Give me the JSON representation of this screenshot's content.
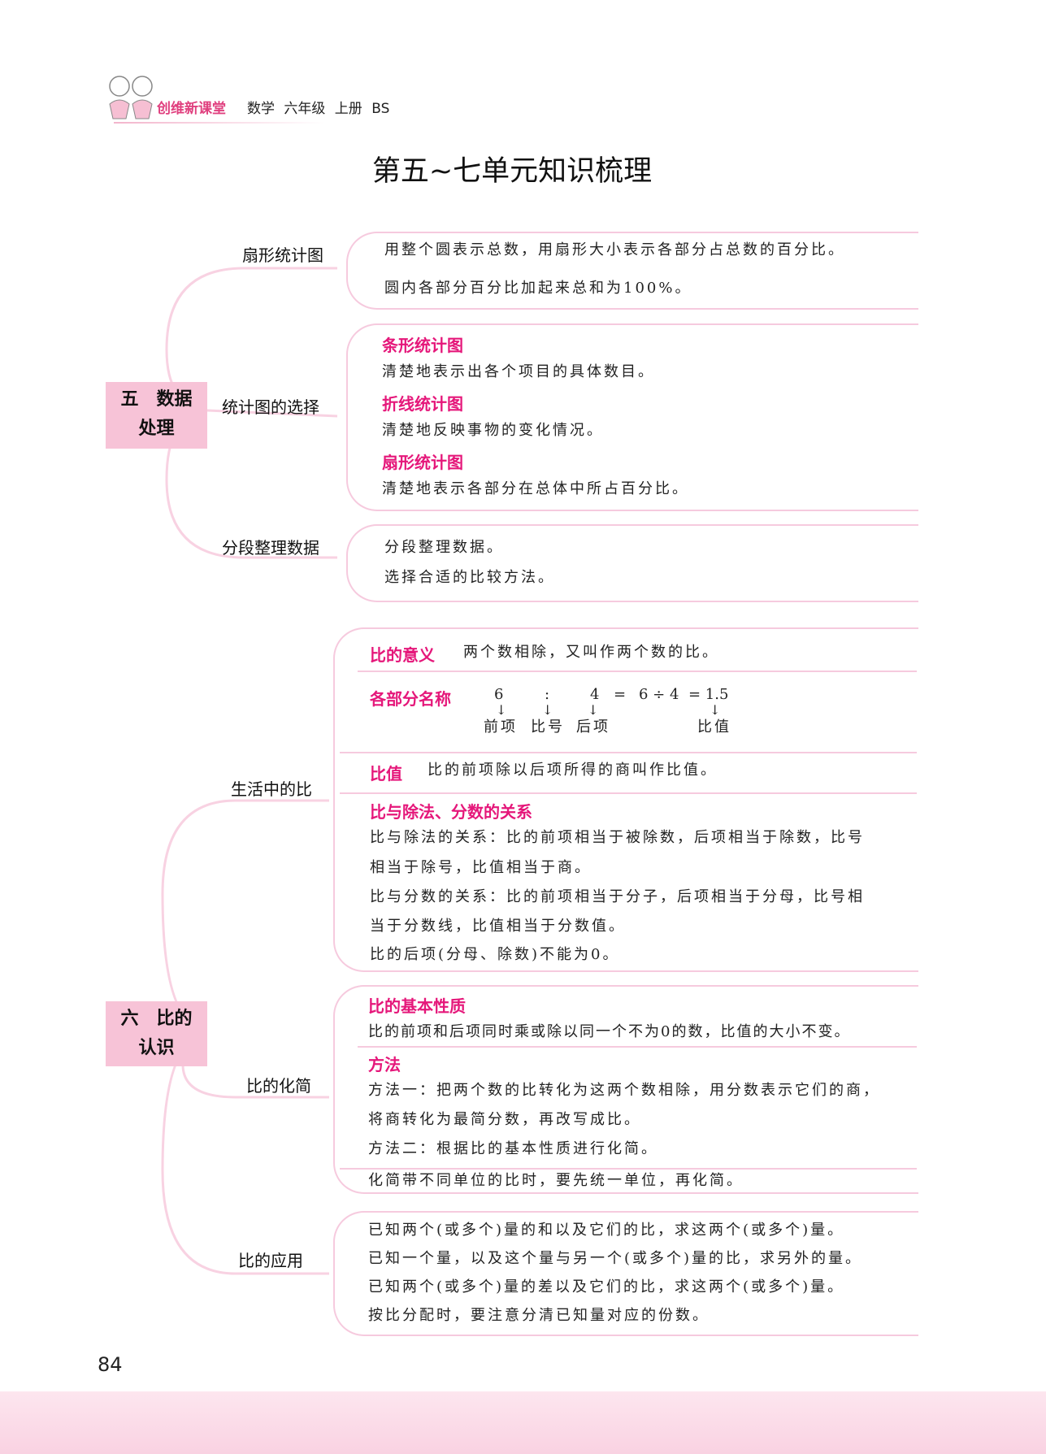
{
  "header": {
    "brand": "创维新课堂",
    "subject": "数学  六年级  上册  BS"
  },
  "title": "第五~七单元知识梳理",
  "page_number": "84",
  "colors": {
    "accent": "#e5177a",
    "line": "#f6cade",
    "category_bg": "#f7c3d7"
  },
  "unit5": {
    "category": [
      "五　数据",
      "处理"
    ],
    "pie": {
      "label": "扇形统计图",
      "lines": [
        "用整个圆表示总数，用扇形大小表示各部分占总数的百分比。",
        "圆内各部分百分比加起来总和为100%。"
      ]
    },
    "choice": {
      "label": "统计图的选择",
      "items": [
        {
          "heading": "条形统计图",
          "text": "清楚地表示出各个项目的具体数目。"
        },
        {
          "heading": "折线统计图",
          "text": "清楚地反映事物的变化情况。"
        },
        {
          "heading": "扇形统计图",
          "text": "清楚地表示各部分在总体中所占百分比。"
        }
      ]
    },
    "segment": {
      "label": "分段整理数据",
      "lines": [
        "分段整理数据。",
        "选择合适的比较方法。"
      ]
    }
  },
  "unit6": {
    "category": [
      "六　比的",
      "认识"
    ],
    "life": {
      "label": "生活中的比",
      "meaning": {
        "heading": "比的意义",
        "text": "两个数相除，又叫作两个数的比。"
      },
      "parts": {
        "heading": "各部分名称",
        "formula": [
          "6",
          ":",
          "4",
          "=",
          "6 ÷ 4",
          "= 1.5"
        ],
        "names": [
          "前项",
          "比号",
          "后项",
          "比值"
        ]
      },
      "value": {
        "heading": "比值",
        "text": "比的前项除以后项所得的商叫作比值。"
      },
      "relation": {
        "heading": "比与除法、分数的关系",
        "lines": [
          "比与除法的关系：比的前项相当于被除数，后项相当于除数，比号",
          "相当于除号，比值相当于商。",
          "比与分数的关系：比的前项相当于分子，后项相当于分母，比号相",
          "当于分数线，比值相当于分数值。",
          "比的后项(分母、除数)不能为0。"
        ]
      }
    },
    "simplify": {
      "label": "比的化简",
      "property": {
        "heading": "比的基本性质",
        "text": "比的前项和后项同时乘或除以同一个不为0的数，比值的大小不变。"
      },
      "method": {
        "heading": "方法",
        "lines": [
          "方法一：把两个数的比转化为这两个数相除，用分数表示它们的商，",
          "将商转化为最简分数，再改写成比。",
          "方法二：根据比的基本性质进行化简。"
        ]
      },
      "note": "化简带不同单位的比时，要先统一单位，再化简。"
    },
    "apply": {
      "label": "比的应用",
      "lines": [
        "已知两个(或多个)量的和以及它们的比，求这两个(或多个)量。",
        "已知一个量，以及这个量与另一个(或多个)量的比，求另外的量。",
        "已知两个(或多个)量的差以及它们的比，求这两个(或多个)量。",
        "按比分配时，要注意分清已知量对应的份数。"
      ]
    }
  }
}
